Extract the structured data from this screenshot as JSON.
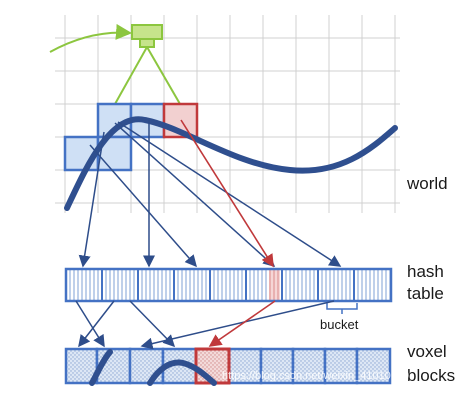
{
  "labels": {
    "world": "world",
    "hash": "hash",
    "table": "table",
    "bucket": "bucket",
    "voxel": "voxel",
    "blocks": "blocks"
  },
  "watermark": "https://blog.csdn.net/weixin_41010199",
  "colors": {
    "grid": "#d0d0d0",
    "block_fill": "#cfe0f5",
    "block_stroke": "#4472c4",
    "curve": "#2f4f8f",
    "highlight": "#c0393b",
    "highlight_fill": "#f2d0d0",
    "camera": "#8cc63f",
    "arrow_blue": "#2e4d8a",
    "arrow_red": "#c0393b"
  },
  "icons": {
    "camera": "camera-icon"
  }
}
